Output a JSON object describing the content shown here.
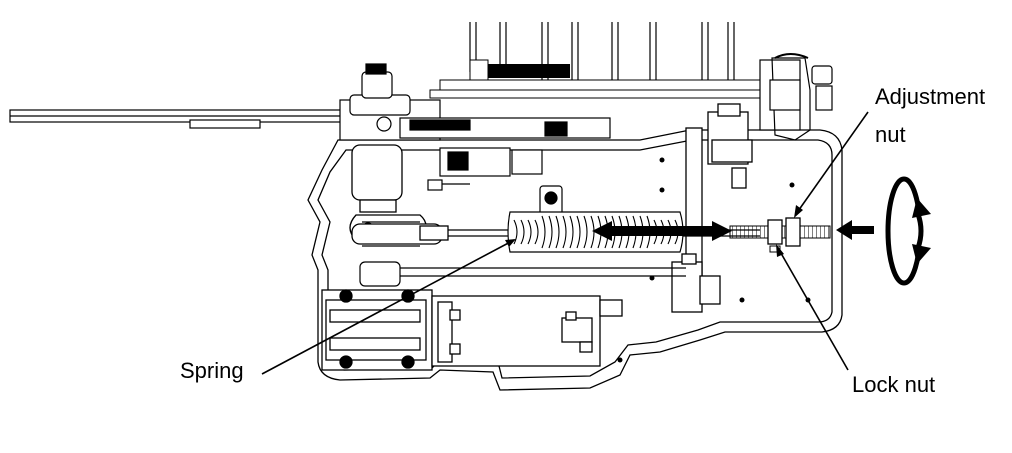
{
  "labels": {
    "adjustment_line1": "Adjustment",
    "adjustment_line2": "nut",
    "lock_nut": "Lock nut",
    "spring": "Spring"
  },
  "colors": {
    "ink": "#000000",
    "background": "#ffffff",
    "shade": "#bfbfbf"
  },
  "icons": {
    "rotation": "rotate-arrows-icon",
    "push": "arrow-left-icon",
    "motion": "double-arrow-icon"
  }
}
